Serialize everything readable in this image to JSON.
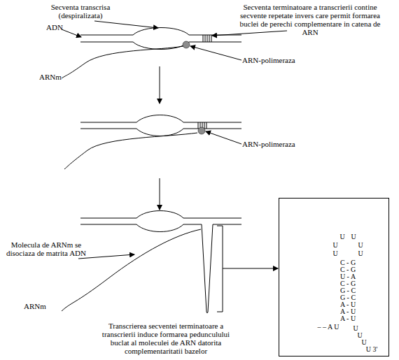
{
  "diagram": {
    "nodes": [
      {
        "text": [
          "U",
          "U",
          "U",
          "U",
          "U",
          "U",
          "C - G",
          "C - G",
          "U - A",
          "C - G",
          "G - C",
          "G - C",
          "A - U",
          "A - U",
          "A - U",
          "– – A U",
          "U",
          "U",
          "U",
          "U 3'"
        ]
      }
    ],
    "labels": [
      "Secventa transcrisa (despiralizata)",
      "Secventa terminatoare a transcrierii contine secvente repetate invers care permit formarea buclei de perechi complementare in catena de ARN",
      "ADN",
      "ARNm",
      "ARN-polimeraza",
      "ARN-polimeraza",
      "Molecula de ARNm se disociaza de matrita ADN",
      "ARNm",
      "Transcrierea secventei terminatoare a transcrierii induce formarea pedunculului buclat al moleculei de ARN datorita complementaritatii bazelor"
    ]
  }
}
